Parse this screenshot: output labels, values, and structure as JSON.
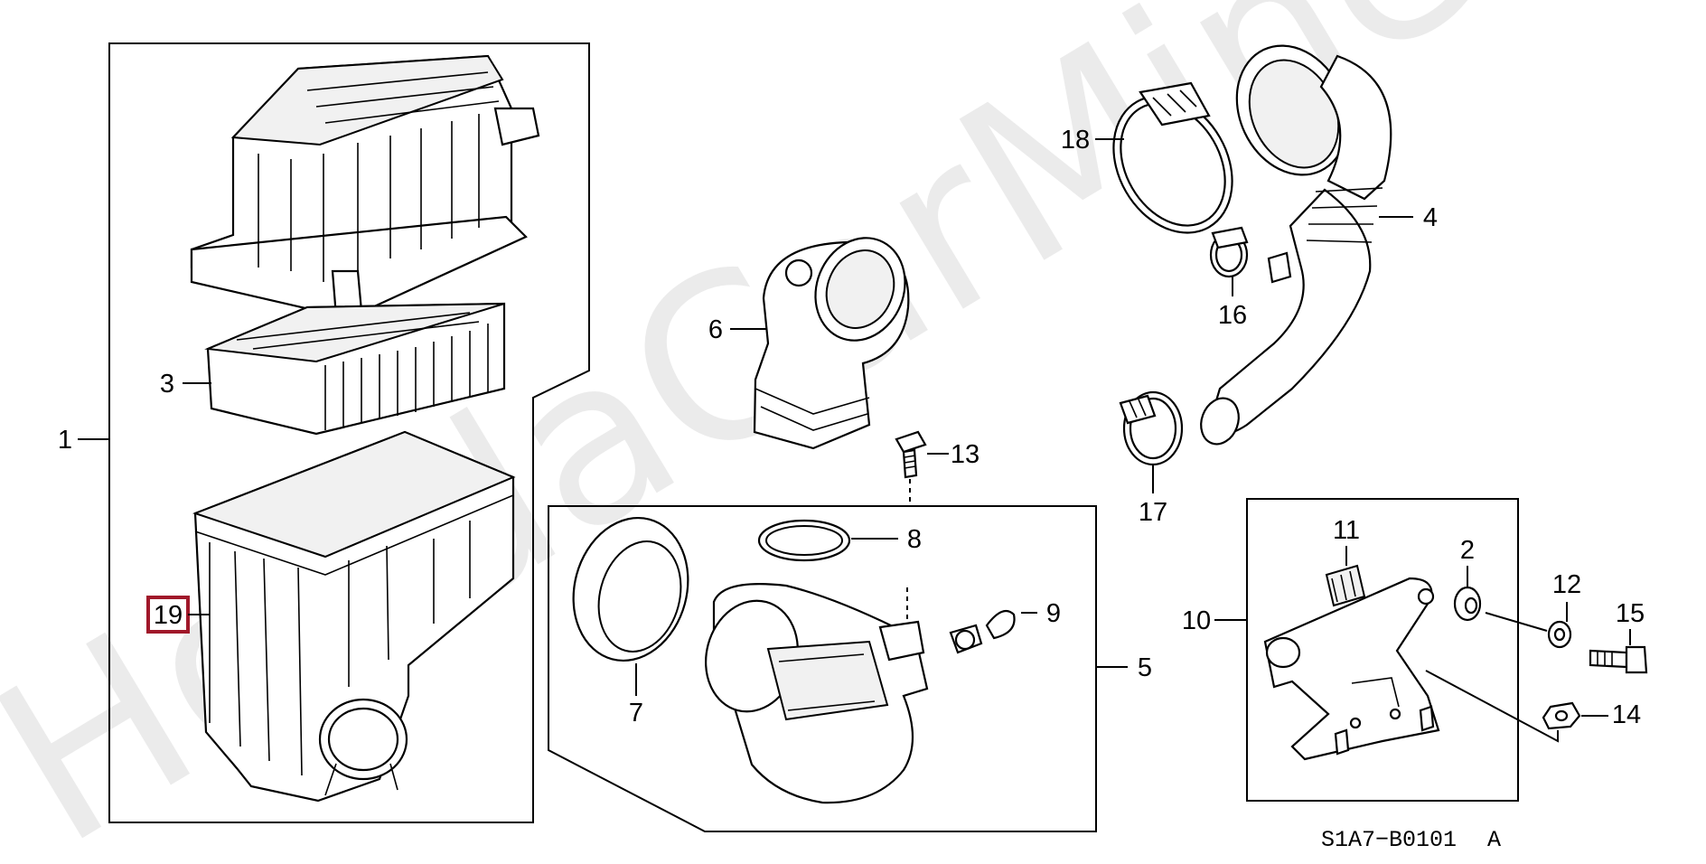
{
  "watermark": "HondaCarMine.ru",
  "diagram_code": "S1A7−B0101",
  "diagram_revision": "A",
  "highlight_color": "#a0182a",
  "callouts": {
    "c1": "1",
    "c2": "2",
    "c3": "3",
    "c4": "4",
    "c5": "5",
    "c6": "6",
    "c7": "7",
    "c8": "8",
    "c9": "9",
    "c10": "10",
    "c11": "11",
    "c12": "12",
    "c13": "13",
    "c14": "14",
    "c15": "15",
    "c16": "16",
    "c17": "17",
    "c18": "18",
    "c19": "19"
  }
}
